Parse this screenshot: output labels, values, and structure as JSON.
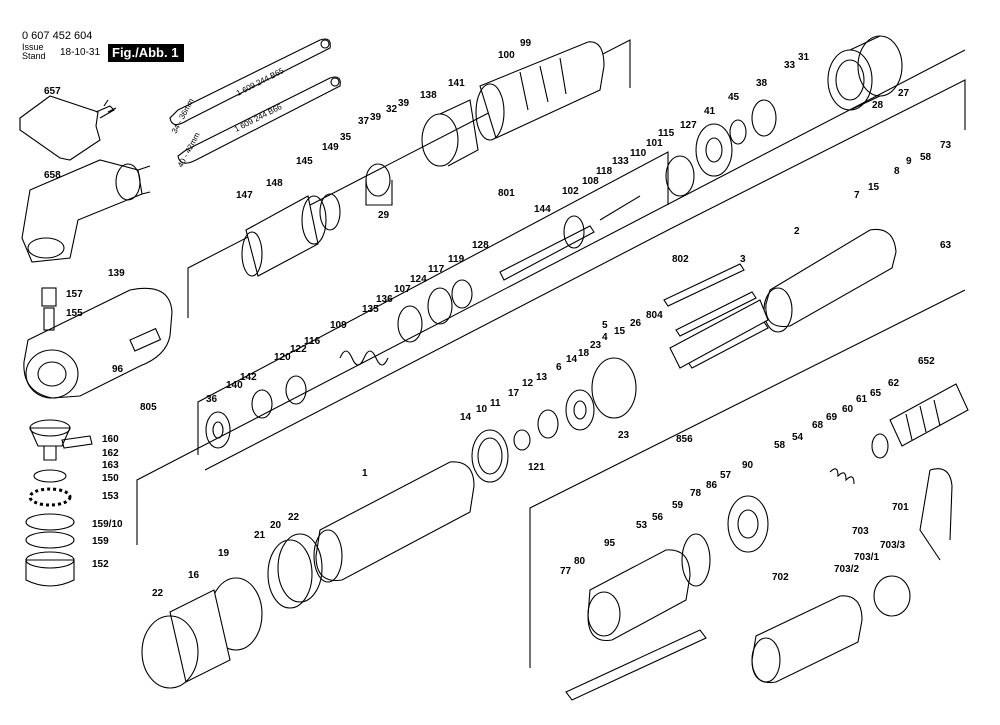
{
  "header": {
    "part_number": "0 607 452 604",
    "issue_label": "Issue\nStand",
    "issue_date": "18-10-31",
    "figure": "Fig./Abb. 1"
  },
  "tools": {
    "spanner_a_code": "1 609 244 B65",
    "spanner_a_range": "34 - 36mm",
    "spanner_b_code": "1 609 244 B66",
    "spanner_b_range": "40 - 42mm"
  },
  "labels": {
    "l657": "657",
    "l658": "658",
    "l139": "139",
    "l157": "157",
    "l155": "155",
    "l96": "96",
    "l805": "805",
    "l160": "160",
    "l162": "162",
    "l163": "163",
    "l150": "150",
    "l153": "153",
    "l159_10": "159/10",
    "l159": "159",
    "l152": "152",
    "l147": "147",
    "l148": "148",
    "l145": "145",
    "l149": "149",
    "l35": "35",
    "l29": "29",
    "l37": "37",
    "l39a": "39",
    "l32": "32",
    "l39b": "39",
    "l138": "138",
    "l141": "141",
    "l100": "100",
    "l99": "99",
    "l33": "33",
    "l31": "31",
    "l38": "38",
    "l45": "45",
    "l41": "41",
    "l28": "28",
    "l27": "27",
    "l127": "127",
    "l115": "115",
    "l101": "101",
    "l110": "110",
    "l133": "133",
    "l118": "118",
    "l108": "108",
    "l102": "102",
    "l144": "144",
    "l801": "801",
    "l128": "128",
    "l119": "119",
    "l117": "117",
    "l124": "124",
    "l107": "107",
    "l136": "136",
    "l135": "135",
    "l109": "109",
    "l116": "116",
    "l122": "122",
    "l120": "120",
    "l142": "142",
    "l140": "140",
    "l36": "36",
    "l73": "73",
    "l58a": "58",
    "l9": "9",
    "l8": "8",
    "l7": "7",
    "l15a": "15",
    "l63": "63",
    "l2": "2",
    "l802": "802",
    "l3": "3",
    "l804": "804",
    "l26": "26",
    "l15b": "15",
    "l5": "5",
    "l4": "4",
    "l23a": "23",
    "l18": "18",
    "l14a": "14",
    "l6": "6",
    "l13": "13",
    "l12": "12",
    "l17": "17",
    "l11": "11",
    "l10": "10",
    "l14b": "14",
    "l121": "121",
    "l23b": "23",
    "l652": "652",
    "l62": "62",
    "l65": "65",
    "l61": "61",
    "l60": "60",
    "l69": "69",
    "l68": "68",
    "l54": "54",
    "l58b": "58",
    "l90": "90",
    "l57": "57",
    "l86": "86",
    "l78": "78",
    "l856": "856",
    "l59": "59",
    "l56": "56",
    "l53": "53",
    "l95": "95",
    "l80": "80",
    "l77": "77",
    "l701": "701",
    "l703": "703",
    "l703_3": "703/3",
    "l703_1": "703/1",
    "l703_2": "703/2",
    "l702": "702",
    "l1": "1",
    "l22a": "22",
    "l20": "20",
    "l21": "21",
    "l19": "19",
    "l16": "16",
    "l22b": "22"
  }
}
